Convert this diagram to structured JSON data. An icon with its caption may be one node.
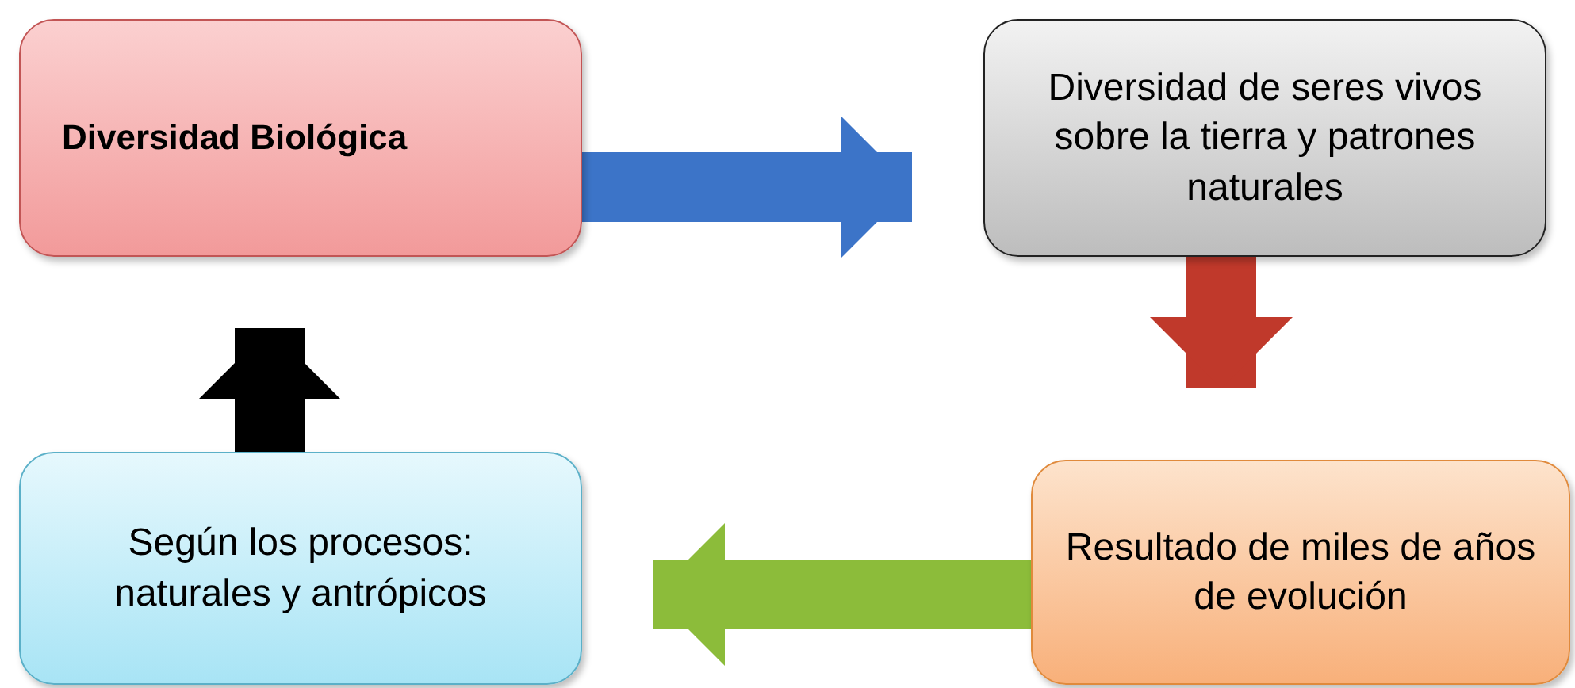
{
  "diagram": {
    "nodes": [
      {
        "text": [
          "Diversidad Biológica"
        ]
      },
      {
        "text": [
          "Diversidad de seres vivos sobre la tierra y patrones naturales"
        ]
      },
      {
        "text": [
          "Resultado de miles de años de evolución"
        ]
      },
      {
        "text": [
          "Según los procesos: naturales y antrópicos"
        ]
      }
    ],
    "edges": [
      {
        "from": 0,
        "to": 1,
        "arrow": "to",
        "color": "#3c74c8"
      },
      {
        "from": 1,
        "to": 2,
        "arrow": "to",
        "color": "#c0392b"
      },
      {
        "from": 2,
        "to": 3,
        "arrow": "to",
        "color": "#8cbc3a"
      },
      {
        "from": 3,
        "to": 0,
        "arrow": "to",
        "color": "#000000"
      }
    ]
  }
}
